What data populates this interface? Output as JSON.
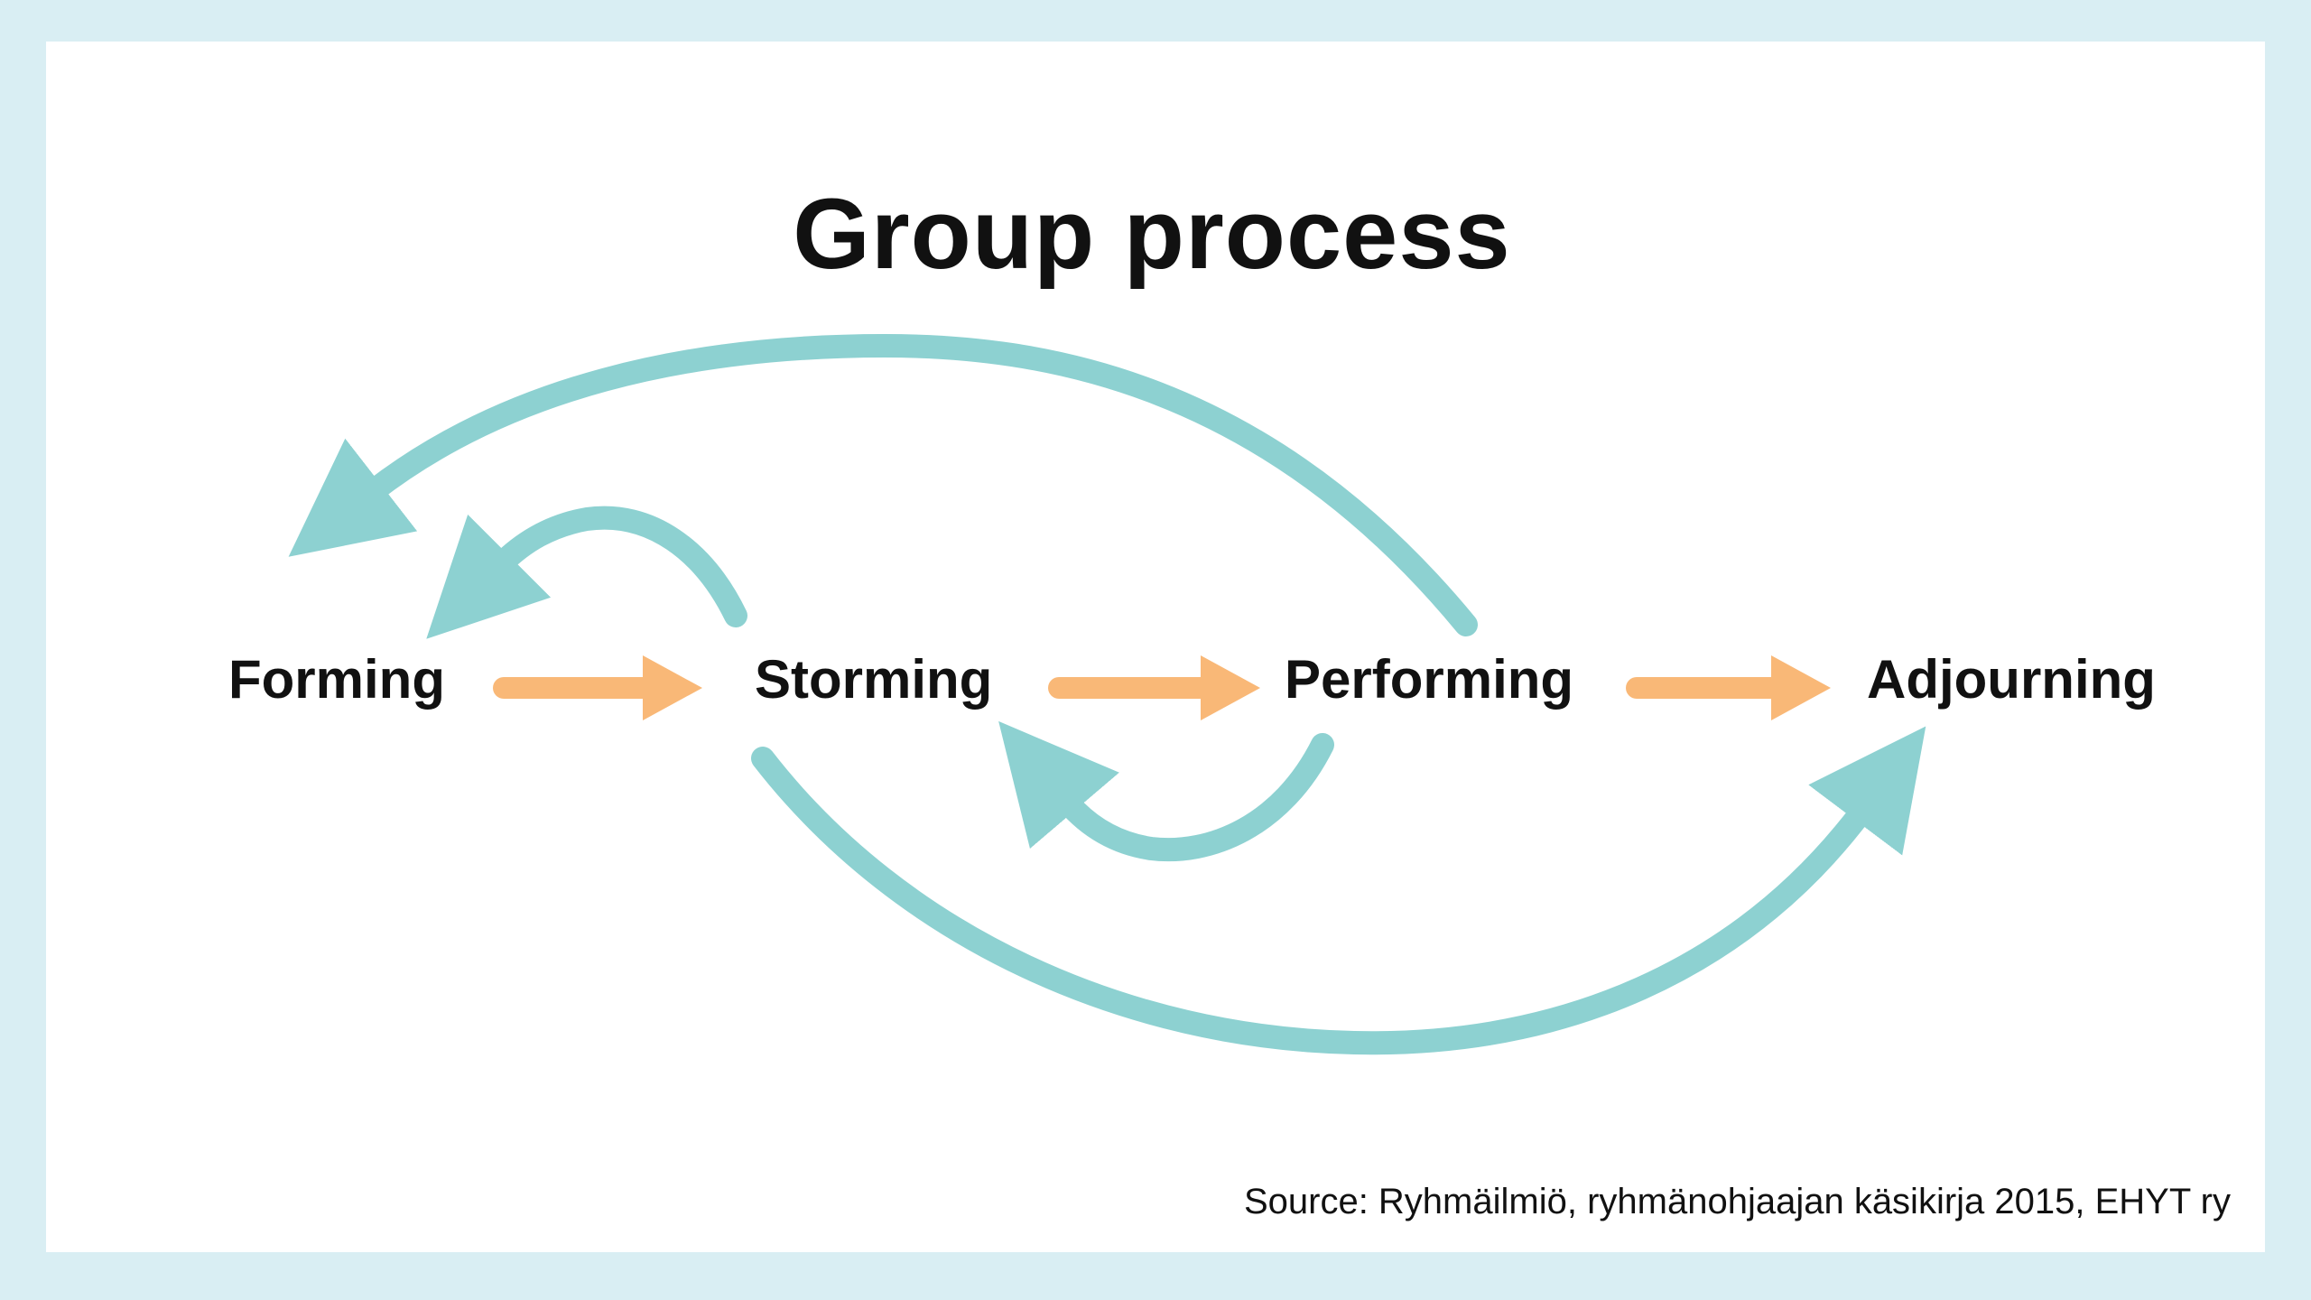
{
  "title": "Group process",
  "stages": [
    "Forming",
    "Storming",
    "Performing",
    "Adjourning"
  ],
  "source": "Source: Ryhmäilmiö, ryhmänohjaajan käsikirja 2015, EHYT ry",
  "colors": {
    "forward_arrow": "#f9b877",
    "feedback_arrow": "#8dd1d1",
    "frame": "#d9eef3",
    "text": "#111111"
  }
}
